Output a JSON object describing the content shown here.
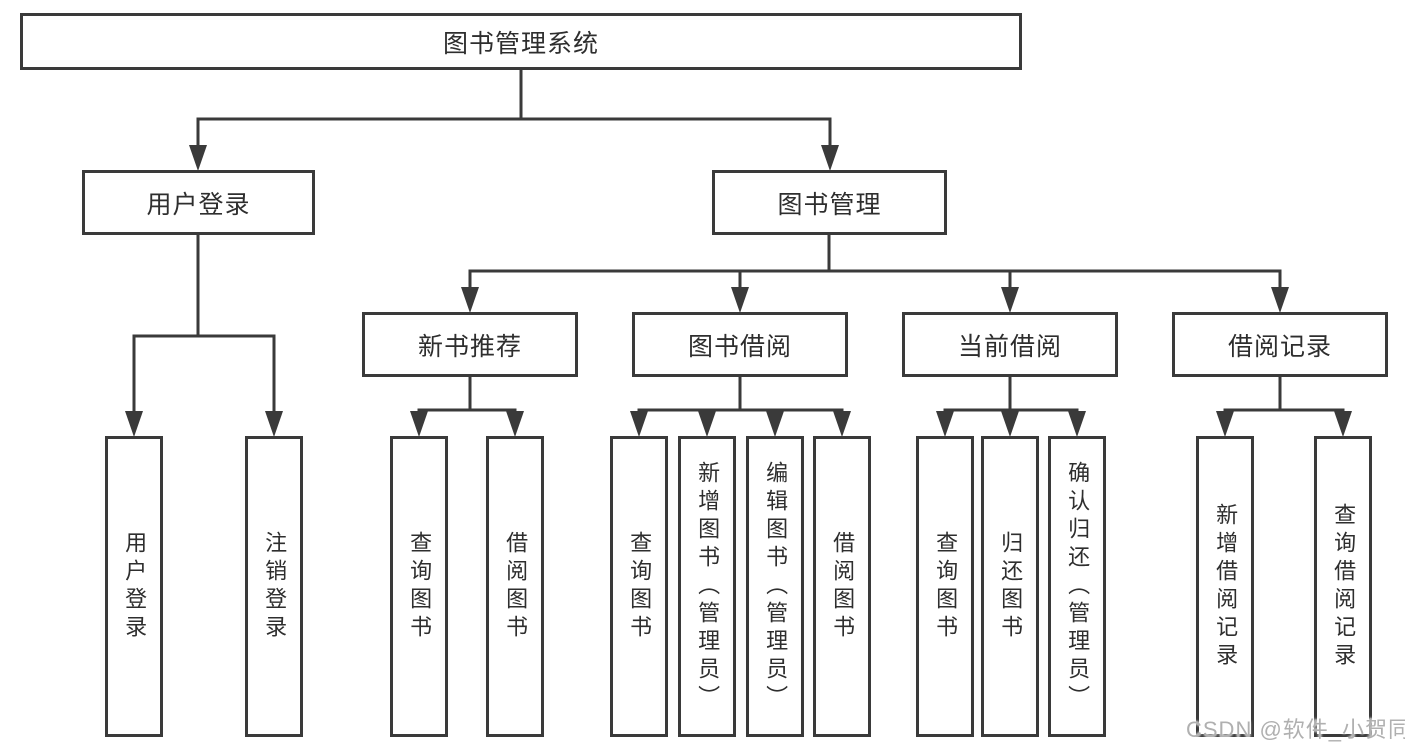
{
  "tree": {
    "label": "图书管理系统",
    "children": [
      {
        "label": "用户登录",
        "children": [
          {
            "label": "用户登录"
          },
          {
            "label": "注销登录"
          }
        ]
      },
      {
        "label": "图书管理",
        "children": [
          {
            "label": "新书推荐",
            "children": [
              {
                "label": "查询图书"
              },
              {
                "label": "借阅图书"
              }
            ]
          },
          {
            "label": "图书借阅",
            "children": [
              {
                "label": "查询图书"
              },
              {
                "label": "新增图书（管理员）"
              },
              {
                "label": "编辑图书（管理员）"
              },
              {
                "label": "借阅图书"
              }
            ]
          },
          {
            "label": "当前借阅",
            "children": [
              {
                "label": "查询图书"
              },
              {
                "label": "归还图书"
              },
              {
                "label": "确认归还（管理员）"
              }
            ]
          },
          {
            "label": "借阅记录",
            "children": [
              {
                "label": "新增借阅记录"
              },
              {
                "label": "查询借阅记录"
              }
            ]
          }
        ]
      }
    ]
  },
  "watermark": {
    "text": "CSDN @软件_小贺同学"
  },
  "colors": {
    "line": "#3a3a3a",
    "text": "#2e2e2e",
    "watermark": "#b0b0b0",
    "background": "#ffffff"
  }
}
